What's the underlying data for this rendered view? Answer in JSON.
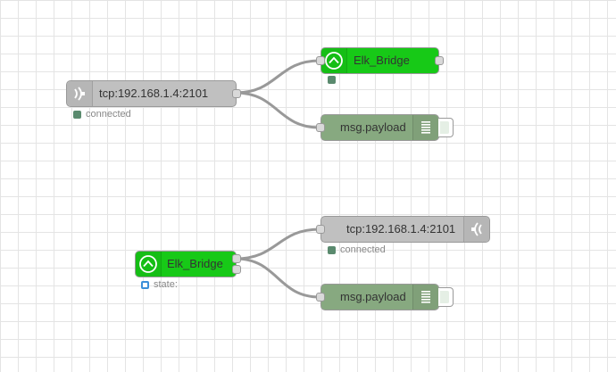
{
  "flow1": {
    "tcp_in": {
      "label": "tcp:192.168.1.4:2101",
      "icon": "bridge-icon",
      "color": "#c0c0c0",
      "status": "connected",
      "status_color": "#5a8a6e"
    },
    "elk_out": {
      "label": "Elk_Bridge",
      "icon": "arrow-up-circle-icon",
      "color": "#17c917",
      "status": "",
      "status_color": "#5a8a6e"
    },
    "debug": {
      "label": "msg.payload",
      "icon": "list-icon",
      "color": "#87a980"
    }
  },
  "flow2": {
    "elk_in": {
      "label": "Elk_Bridge",
      "icon": "arrow-up-circle-icon",
      "color": "#17c917",
      "status": "state:",
      "status_color": "#3b8fd9"
    },
    "tcp_out": {
      "label": "tcp:192.168.1.4:2101",
      "icon": "bridge-icon",
      "color": "#c0c0c0",
      "status": "connected",
      "status_color": "#5a8a6e"
    },
    "debug": {
      "label": "msg.payload",
      "icon": "list-icon",
      "color": "#87a980"
    }
  },
  "colors": {
    "wire": "#999999",
    "grid": "#e4e4e4",
    "canvas": "#ffffff"
  }
}
